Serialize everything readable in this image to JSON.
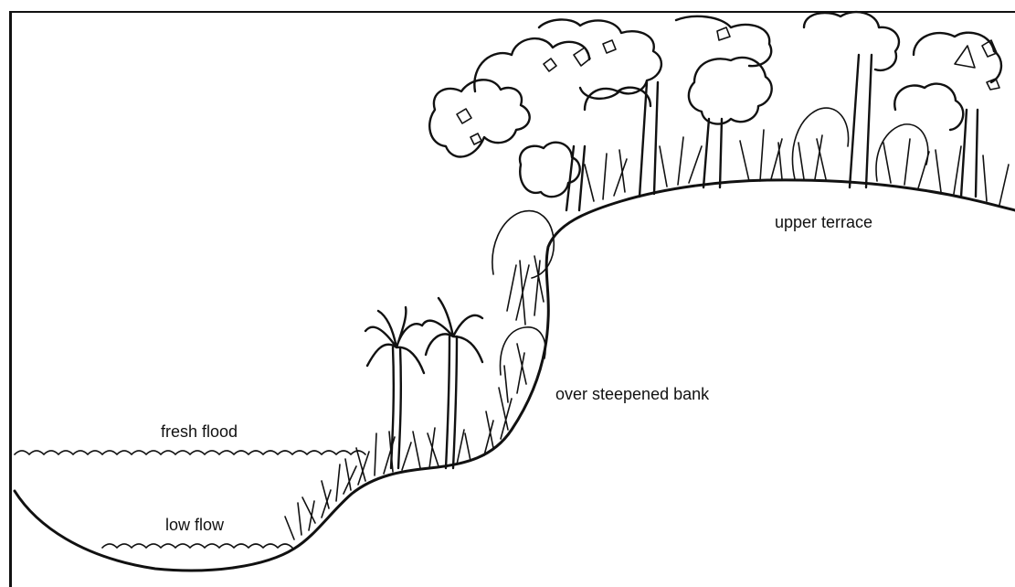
{
  "labels": {
    "upper_terrace": "upper terrace",
    "over_steepened_bank": "over steepened bank",
    "fresh_flood": "fresh flood",
    "low_flow": "low flow"
  },
  "colors": {
    "ink": "#111111",
    "background": "#ffffff"
  }
}
